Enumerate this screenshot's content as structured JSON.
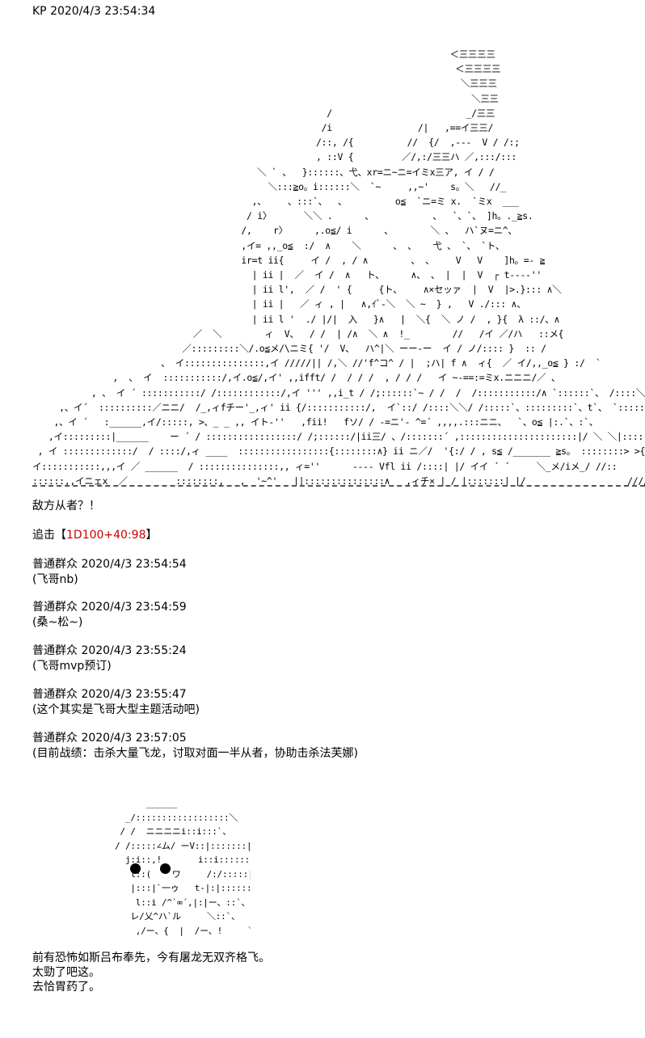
{
  "header": {
    "text": "KP 2020/4/3 23:54:34"
  },
  "art_dragon": "                                                                              ＜三三三三\n                                                                               ＜三三三三\n                                                                                ＼三三三\n                                                                                  ＼三三\n                                                       /                         _/三三\n                                                      /i                /|   ,==イ三三/\n                                                     /::, /{          //  {/  ,---  V / /:;\n                                                     , ::V {         ／/,:/三三ハ ／,:::/:::\n                                          ＼ ` 、  }::::::、弋、xr=ニ~ニ=イミx三ア, イ / /\n                                            ＼:::≧o。i::::::＼  `~     ,,~'    s。＼   //_\n                                         ,、    、:::`、  、         o≦  `ニ=ミ x.  `ミx  ___\n                                        / i〉      ＼＼ .      、           、  `、`、 ]h。._≧s.\n                                       /,    r〉     ,.o≦/ i      、       ＼ 、  ハ`ヌ=ニ^、\n                                       ,イ= ,,_o≦  :/  ∧    ＼      、 、   弋 、 `、 `ト、\n                                       ir=t ii{     イ /  , / ∧        、 、    V   V    ]h。=- ≧\n                                         | ii |  ／  イ /  ∧   ト、     ∧、 、 |  |  V  ┌ t----''\n                                         | ii l',  ／ /  ' {     {ト、    ∧×セッァ  |  V  |>.}::: ∧＼\n                                         | ii |   ／ ィ , |   ∧,ｲﾞ-＼  ＼ ~  } ,   V ./::: ∧、\n                                         | ii l '  ./ |/|  入   }∧   |  ＼{  ＼ ノ /  , }{  λ ::/、∧\n                              ／  ＼        ィ  V、  / /  | /∧  ＼ ∧  !_        //   /イ ／/ハ   ::メ{\n                            ／:::::::::＼/.o≦メ/\\ニミ{ '/  V、  ハ^|＼ ーー-ー  イ / ノ/:::: }  :: /\n                        、 イ:::::::::::::::,イ /////|| /,＼ //'f^コ^ / |  ;ハ| f ∧  ィ{  ／ イ/,,_o≦ } :/  `\n               ,  、 イ  :::::::::::/,イ.o≦/,イ' ,,ifft/ /  / / /  , / / /   イ ~-==:=ミx.ニニニ/／ 、\n           , 、 イ ´ :::::::::::/ /::::::::::::/,イ ''' ,,i_t / /;::::::`~ / /  /  /:::::::::::/∧ `::::::`、 /::::＼ ::\n     ,、イ´  ::::::::::／ニニ/  /_,ィfチー'_,ィ' ii {/:::::::::::/,  イ`::/ /::::＼＼/ /:::::`、:::::::::`、t`、 `:::::`、\n    ,、イ ´   :______,イ/:::::, >、_ _ ,, イト-''   ,fii!   fソ/ / -=ニ'- ^=´ ,,,,.:::ニニ、  `、o≦ |:.`、:`、\n   ,イ:::::::::|______    ー ´ / :::::::::::::::::/ /;::::::/|ii三/ 、/:::::::´ ,::::::::::::::::::::::|/ ＼ ＼|:::::::`、-\n , イ :::::::::::::/  / ::::/,ィ ____  :::::::::::::::::{::::::::∧} ii ニ／/  '{:/ / , s≦ /_______ ≧s。 ::::::::> >{  s≦ト\nイ:::::::::::,,,イ ／ ______  / :::::::::::::::,, ィ=''      ---- Vfl ii /::::| |/ イイ ´ ´     ＼_メ/iメ_/ //::\n::::::,,イニェx  ／         ::::::::,   ,  '~^'   ||:::::::::::::::∧   ,ィチ× | / |:::::::| |/                   ////   /  ;  /   :/、::",
  "title_line": "敌方从者？！",
  "attack": {
    "label_open": "追击【",
    "roll": "1D100+40:98",
    "label_close": "】"
  },
  "posts": [
    {
      "header": "普通群众 2020/4/3 23:54:54",
      "body": "(飞哥nb)"
    },
    {
      "header": "普通群众 2020/4/3 23:54:59",
      "body": "(桑~松~)"
    },
    {
      "header": "普通群众 2020/4/3 23:55:24",
      "body": "(飞哥mvp预订)"
    },
    {
      "header": "普通群众 2020/4/3 23:55:47",
      "body": "(这个其实是飞哥大型主题活动吧)"
    },
    {
      "header": "普通群众 2020/4/3 23:57:05",
      "body": "(目前战绩：击杀大量飞龙，讨取对面一半从者，协助击杀法芙娜)"
    }
  ],
  "art_char": "           ______\n       _/::::::::::::::::::＼\n      / /  ニニニニi::i:::`、\n     / /:::::∠ム/ ーV::|:::::::|\n       j:i::,!       i::i::::::::|\n        l::(    ワ     /:/:::::|\n        |:::|`一ゥ   t-|:|:::::::::|\n         l::i /^`∞´,|:|ー、::`、\n        レ/乂^ハ`ル     ＼::`、\n         ,/ー、{  |  /ー、!     ＼:",
  "ending": [
    "前有恐怖如斯吕布奉先，今有屠龙无双齐格飞。",
    "太勁了吧这。",
    "去恰胃药了。"
  ]
}
